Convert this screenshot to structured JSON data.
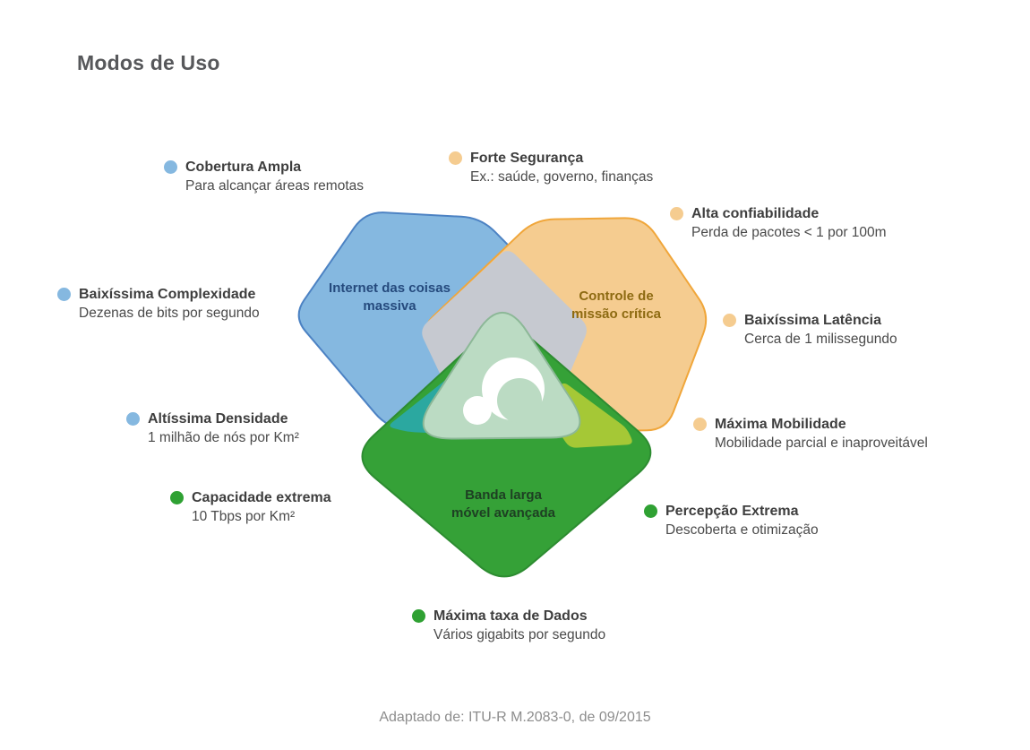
{
  "title": "Modos de Uso",
  "footer": "Adaptado de: ITU-R M.2083-0, de 09/2015",
  "center_logo_icon": "a-swoosh-logo",
  "colors": {
    "blue_region": "#85b8e0",
    "blue_border": "#4c82c3",
    "orange_region": "#f5cc90",
    "orange_border": "#f0a63a",
    "green_region": "#35a137",
    "green_border": "#2d8c31",
    "overlap_gray": "#c6c9d0",
    "overlap_teal": "#2ba8a0",
    "overlap_olive": "#a5c836",
    "center_triangle": "#bbdbc3",
    "title_text": "#57585b",
    "footer_text": "#8d8d8d"
  },
  "regions": {
    "massive_iot": {
      "line1": "Internet das coisas",
      "line2": "massiva"
    },
    "mission_critical": {
      "line1": "Controle de",
      "line2": "missão crítica"
    },
    "broadband": {
      "line1": "Banda larga",
      "line2": "móvel avançada"
    }
  },
  "features": [
    {
      "title": "Cobertura Ampla",
      "desc": "Para alcançar áreas remotas",
      "category": "blue"
    },
    {
      "title": "Forte Segurança",
      "desc": "Ex.: saúde, governo, finanças",
      "category": "orange"
    },
    {
      "title": "Alta confiabilidade",
      "desc": "Perda de pacotes < 1 por 100m",
      "category": "orange"
    },
    {
      "title": "Baixíssima Complexidade",
      "desc": "Dezenas de bits por segundo",
      "category": "blue"
    },
    {
      "title": "Baixíssima Latência",
      "desc": "Cerca de 1 milissegundo",
      "category": "orange"
    },
    {
      "title": "Altíssima Densidade",
      "desc": "1 milhão de nós por Km²",
      "category": "blue"
    },
    {
      "title": "Máxima Mobilidade",
      "desc": "Mobilidade parcial e inaproveitável",
      "category": "orange"
    },
    {
      "title": "Capacidade extrema",
      "desc": "10 Tbps por Km²",
      "category": "green"
    },
    {
      "title": "Percepção Extrema",
      "desc": "Descoberta e otimização",
      "category": "green"
    },
    {
      "title": "Máxima taxa de Dados",
      "desc": "Vários gigabits por segundo",
      "category": "green"
    }
  ]
}
